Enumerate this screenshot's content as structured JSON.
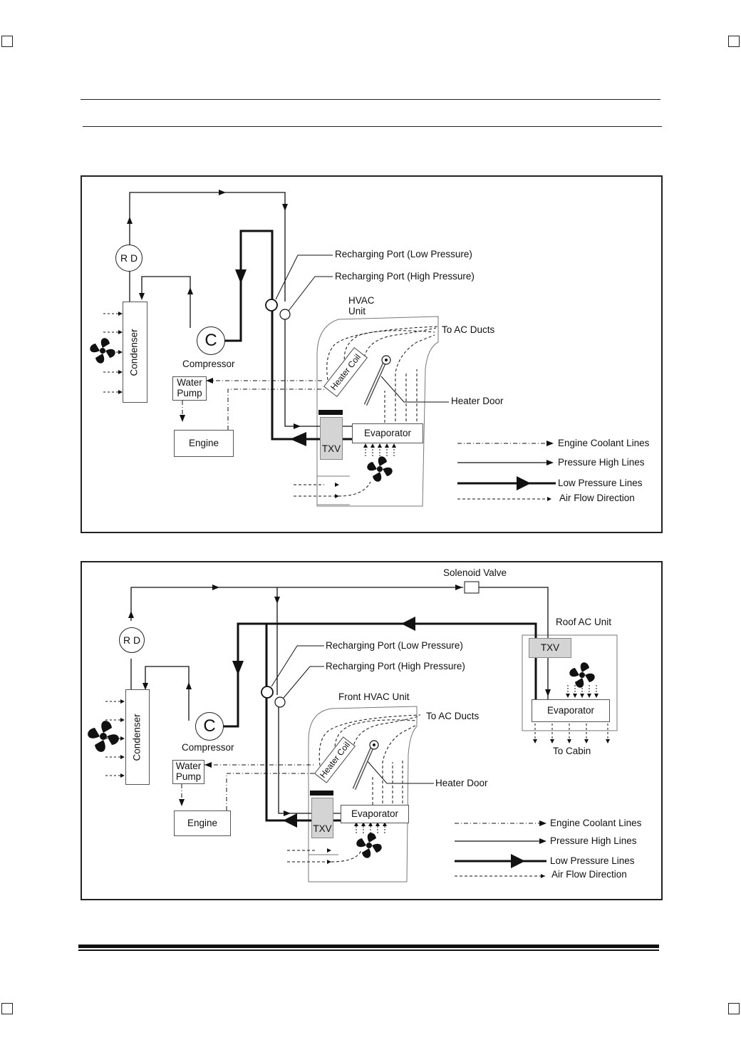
{
  "diagram1": {
    "rd": "R D",
    "condenser": "Condenser",
    "compressor_symbol": "C",
    "compressor": "Compressor",
    "water_pump": "Water Pump",
    "engine": "Engine",
    "port_low": "Recharging Port (Low Pressure)",
    "port_high": "Recharging Port (High Pressure)",
    "hvac_unit": "HVAC Unit",
    "to_ac_ducts": "To AC Ducts",
    "heater_coil": "Heater Coil",
    "heater_door": "Heater Door",
    "evaporator": "Evaporator",
    "txv": "TXV"
  },
  "diagram2": {
    "solenoid_valve": "Solenoid Valve",
    "roof_ac_unit": "Roof AC Unit",
    "txv_roof": "TXV",
    "evaporator_roof": "Evaporator",
    "to_cabin": "To Cabin",
    "rd": "R D",
    "condenser": "Condenser",
    "compressor_symbol": "C",
    "compressor": "Compressor",
    "water_pump": "Water Pump",
    "engine": "Engine",
    "port_low": "Recharging Port (Low Pressure)",
    "port_high": "Recharging Port (High Pressure)",
    "front_hvac_unit": "Front HVAC Unit",
    "to_ac_ducts": "To AC Ducts",
    "heater_coil": "Heater Coil",
    "heater_door": "Heater Door",
    "evaporator": "Evaporator",
    "txv": "TXV"
  },
  "legend": {
    "engine_coolant": "Engine Coolant Lines",
    "pressure_high": "Pressure High Lines",
    "low_pressure": "Low Pressure Lines",
    "air_flow": "Air Flow Direction"
  },
  "icons": [
    "fan-icon",
    "crop-mark-icon",
    "arrow-icon"
  ]
}
